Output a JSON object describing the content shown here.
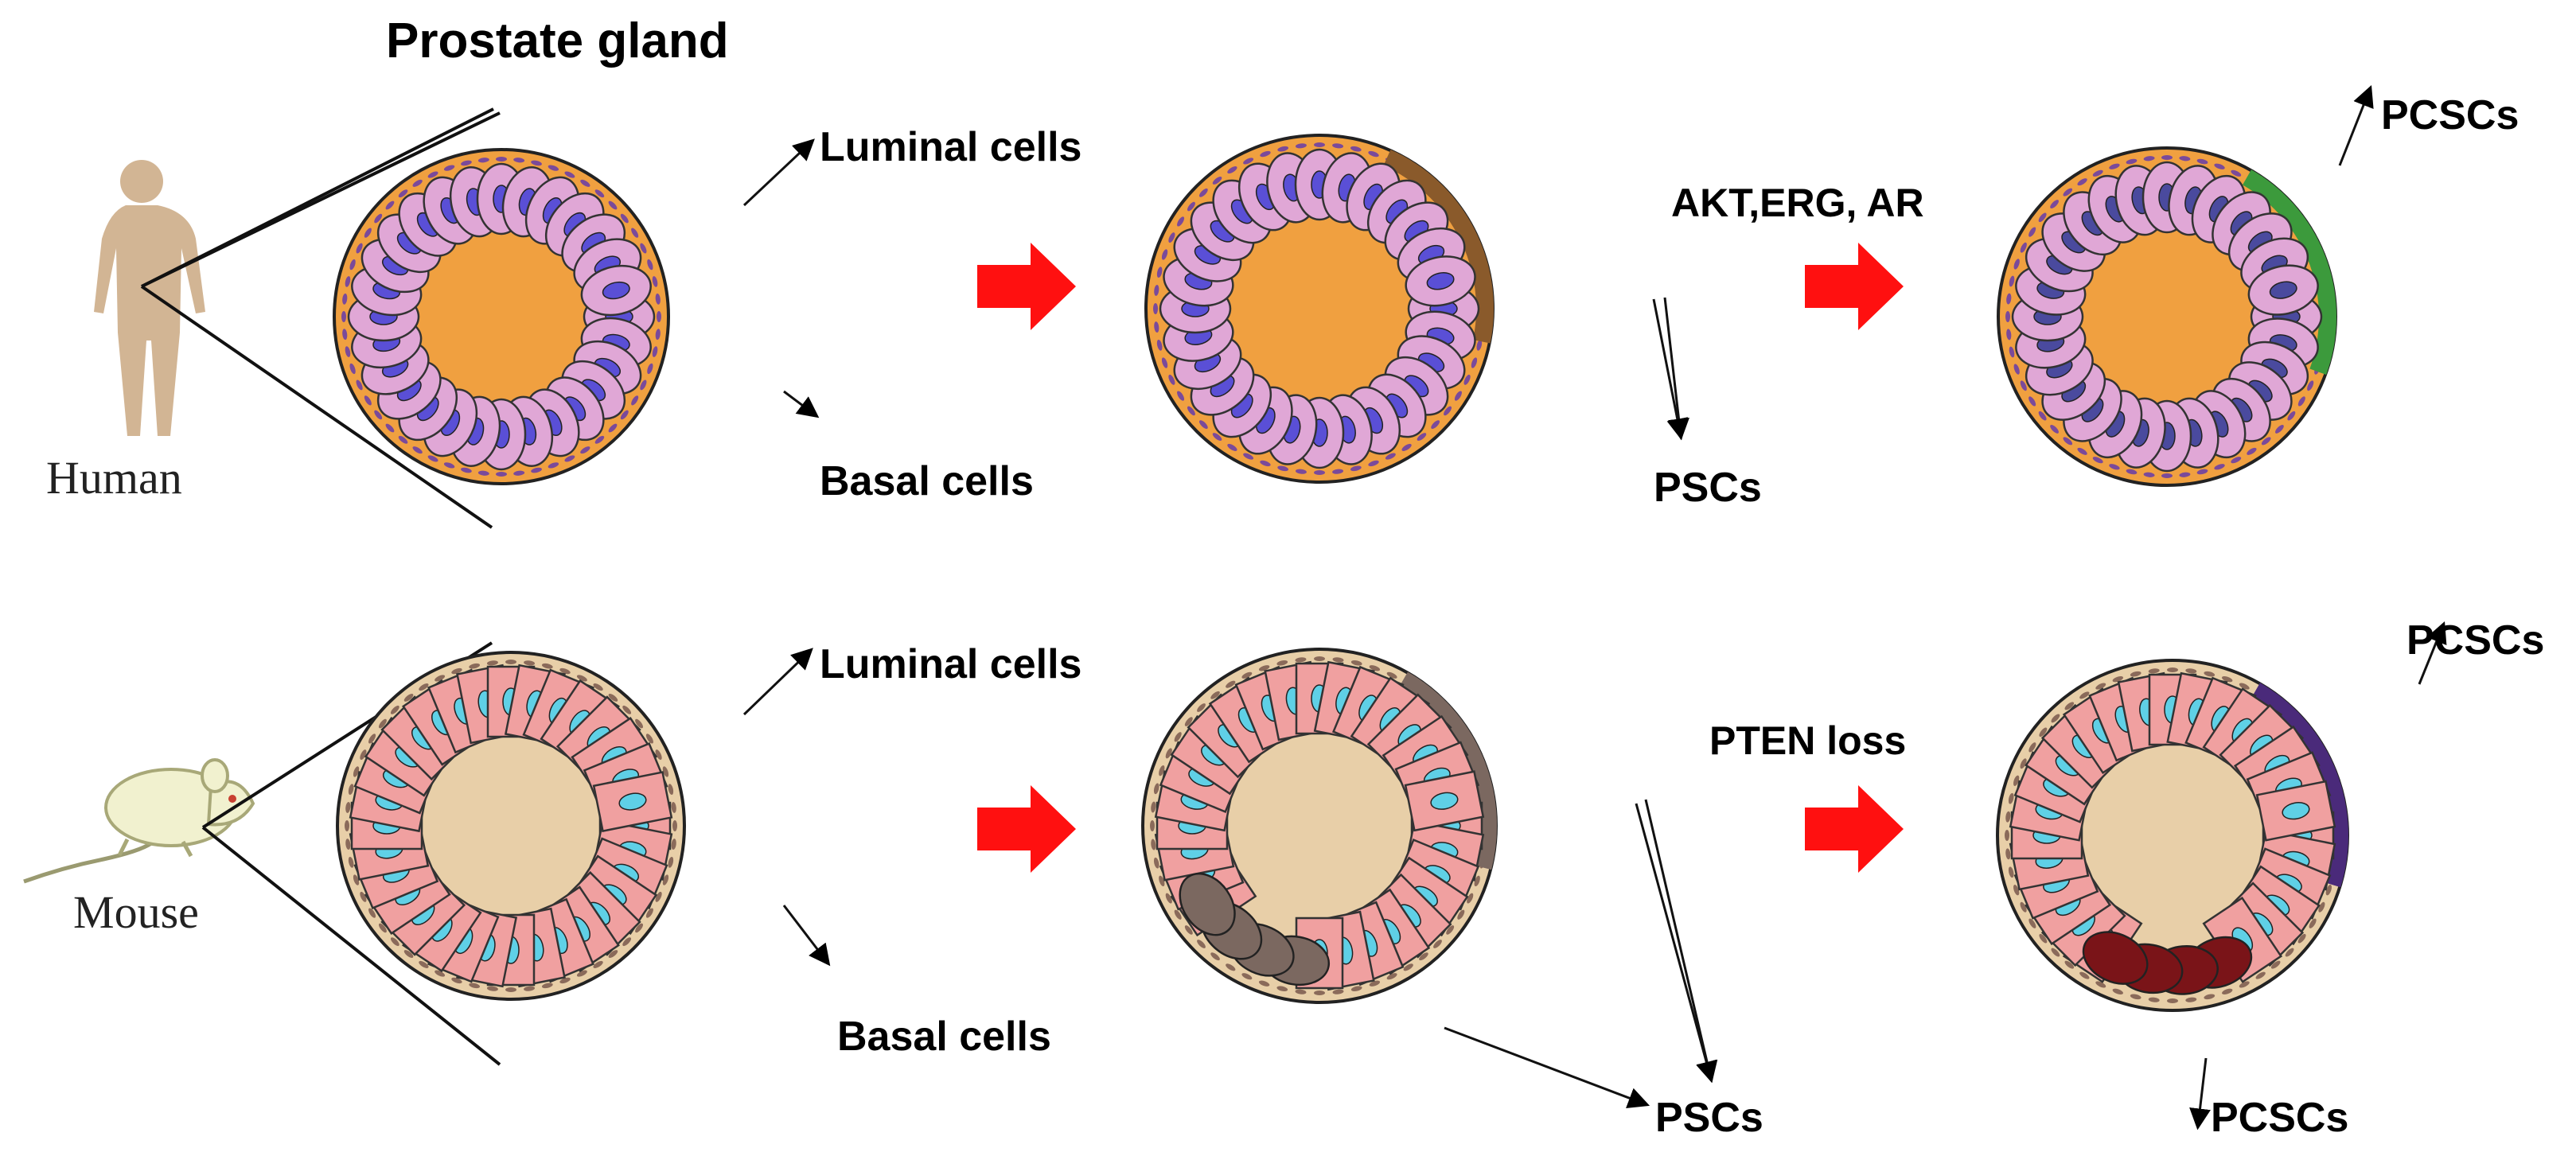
{
  "title": "Prostate gland",
  "colors": {
    "human_luminal": "#e0a7d6",
    "human_nucleus": "#5a4fd6",
    "human_nucleus_dark": "#4a4a9e",
    "human_basal": "#f0a040",
    "mouse_luminal": "#f0a0a0",
    "mouse_nucleus": "#5fd0e6",
    "mouse_basal": "#e8cfa8",
    "human_psc": "#8a5a2b",
    "human_pcsc": "#3c9a3c",
    "mouse_psc": "#7b6860",
    "mouse_pcsc_basal": "#7a1418",
    "mouse_pcsc_luminal": "#4a2a7a",
    "arrow": "#ff1010"
  },
  "human_row": {
    "species": "Human",
    "luminal_label": "Luminal cells",
    "basal_label": "Basal cells",
    "psc_label": "PSCs",
    "factor_label": "AKT,ERG, AR",
    "pcsc_label": "PCSCs"
  },
  "mouse_row": {
    "species": "Mouse",
    "luminal_label": "Luminal cells",
    "basal_label": "Basal cells",
    "psc_label": "PSCs",
    "factor_label": "PTEN loss",
    "pcsc_top_label": "PCSCs",
    "pcsc_bottom_label": "PCSCs"
  },
  "icons": [
    "human-silhouette-icon",
    "mouse-icon",
    "red-arrow-icon"
  ]
}
